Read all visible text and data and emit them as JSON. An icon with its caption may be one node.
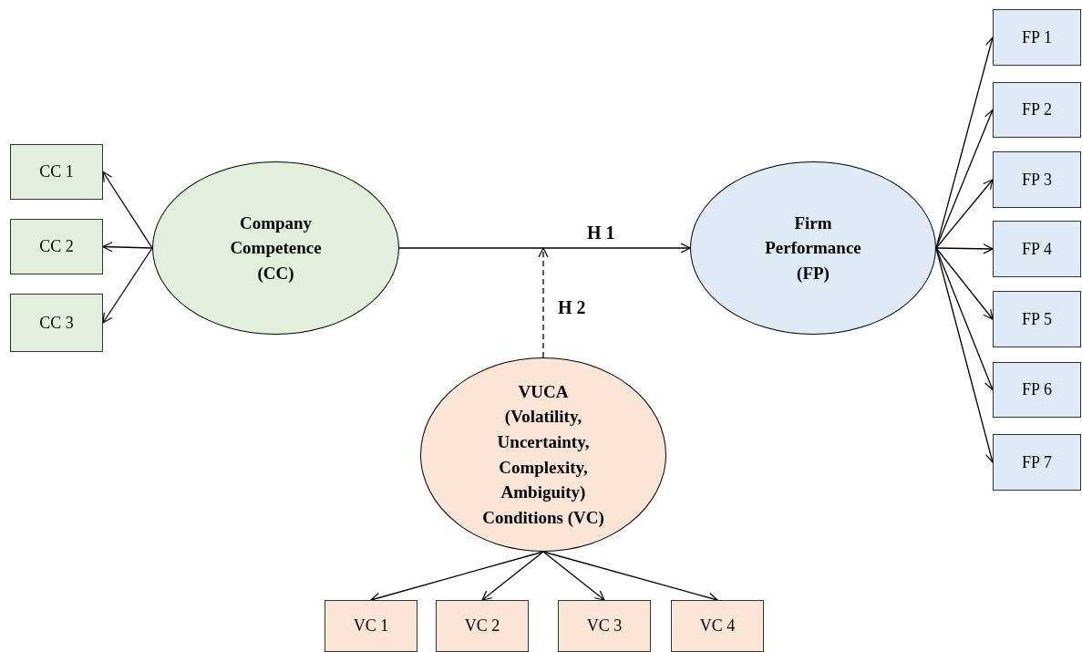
{
  "diagram": {
    "nodes": [
      {
        "text": [
          "Company Competence (CC)"
        ]
      },
      {
        "text": [
          "Firm Performance (FP)"
        ]
      },
      {
        "text": [
          "VUCA (Volatility, Uncertainty, Complexity, Ambiguity) Conditions (VC)"
        ]
      },
      {
        "text": [
          "CC 1"
        ]
      },
      {
        "text": [
          "CC 2"
        ]
      },
      {
        "text": [
          "CC 3"
        ]
      },
      {
        "text": [
          "FP 1"
        ]
      },
      {
        "text": [
          "FP 2"
        ]
      },
      {
        "text": [
          "FP 3"
        ]
      },
      {
        "text": [
          "FP 4"
        ]
      },
      {
        "text": [
          "FP 5"
        ]
      },
      {
        "text": [
          "FP 6"
        ]
      },
      {
        "text": [
          "FP 7"
        ]
      },
      {
        "text": [
          "VC 1"
        ]
      },
      {
        "text": [
          "VC 2"
        ]
      },
      {
        "text": [
          "VC 3"
        ]
      },
      {
        "text": [
          "VC 4"
        ]
      }
    ],
    "edges": [
      {
        "from": 0,
        "to": 1,
        "arrow": "to",
        "label": "H 1"
      },
      {
        "from": 2,
        "to": null,
        "arrow": "to",
        "label": "H 2",
        "style": "dashed"
      },
      {
        "from": 0,
        "to": 3,
        "arrow": "to"
      },
      {
        "from": 0,
        "to": 4,
        "arrow": "to"
      },
      {
        "from": 0,
        "to": 5,
        "arrow": "to"
      },
      {
        "from": 1,
        "to": 6,
        "arrow": "to"
      },
      {
        "from": 1,
        "to": 7,
        "arrow": "to"
      },
      {
        "from": 1,
        "to": 8,
        "arrow": "to"
      },
      {
        "from": 1,
        "to": 9,
        "arrow": "to"
      },
      {
        "from": 1,
        "to": 10,
        "arrow": "to"
      },
      {
        "from": 1,
        "to": 11,
        "arrow": "to"
      },
      {
        "from": 1,
        "to": 12,
        "arrow": "to"
      },
      {
        "from": 2,
        "to": 13,
        "arrow": "to"
      },
      {
        "from": 2,
        "to": 14,
        "arrow": "to"
      },
      {
        "from": 2,
        "to": 15,
        "arrow": "to"
      },
      {
        "from": 2,
        "to": 16,
        "arrow": "to"
      }
    ]
  }
}
